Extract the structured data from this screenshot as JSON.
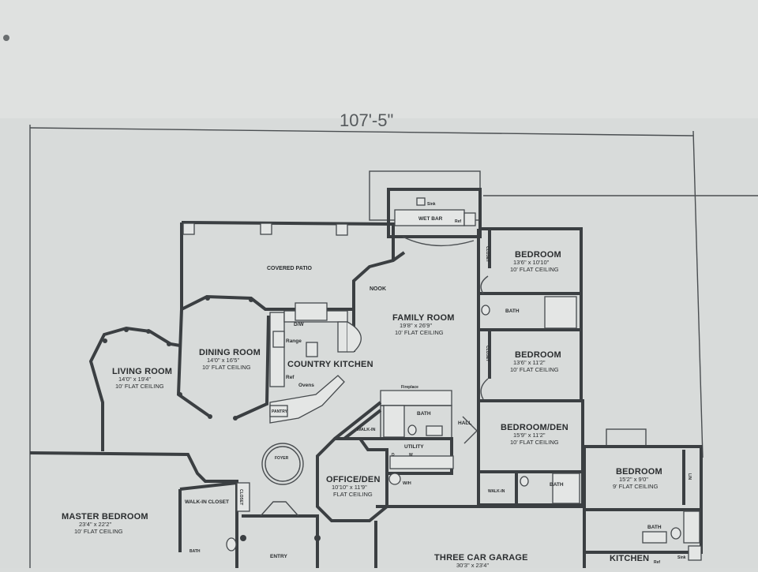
{
  "plan": {
    "overall_width": "107'-5\"",
    "rooms": {
      "covered_patio": {
        "name": "COVERED PATIO"
      },
      "nook": {
        "name": "NOOK"
      },
      "family_room": {
        "name": "FAMILY ROOM",
        "size": "19'8\" x 26'9\"",
        "ceiling": "10' FLAT CEILING"
      },
      "bedroom_1": {
        "name": "BEDROOM",
        "size": "13'6\" x 10'10\"",
        "ceiling": "10' FLAT CEILING"
      },
      "bedroom_2": {
        "name": "BEDROOM",
        "size": "13'6\" x 11'2\"",
        "ceiling": "10' FLAT CEILING"
      },
      "bedroom_den": {
        "name": "BEDROOM/DEN",
        "size": "15'9\" x 11'2\"",
        "ceiling": "10' FLAT CEILING"
      },
      "bedroom_3": {
        "name": "BEDROOM",
        "size": "15'2\" x 9'0\"",
        "ceiling": "9' FLAT CEILING"
      },
      "dining_room": {
        "name": "DINING ROOM",
        "size": "14'0\" x 16'5\"",
        "ceiling": "10' FLAT CEILING"
      },
      "living_room": {
        "name": "LIVING ROOM",
        "size": "14'0\" x 19'4\"",
        "ceiling": "10' FLAT CEILING"
      },
      "country_kitchen": {
        "name": "COUNTRY KITCHEN"
      },
      "office_den": {
        "name": "OFFICE/DEN",
        "size": "10'10\" x 11'9\"",
        "ceiling": "FLAT CEILING"
      },
      "master_bedroom": {
        "name": "MASTER BEDROOM",
        "size": "23'4\" x 22'2\"",
        "ceiling": "10' FLAT CEILING"
      },
      "three_car_garage": {
        "name": "THREE CAR GARAGE",
        "size": "30'3\" x 23'4\""
      },
      "kitchen": {
        "name": "KITCHEN"
      }
    },
    "labels": {
      "wet_bar": "WET BAR",
      "bath_1": "BATH",
      "bath_2": "BATH",
      "bath_3": "BATH",
      "bath_4": "BATH",
      "bath_5": "BATH",
      "closet_1": "CLOSET",
      "closet_2": "CLOSET",
      "closet_3": "CLOSET",
      "hall": "HALL",
      "walk_in": "WALK-IN",
      "walk_in_2": "WALK-IN",
      "walk_in_closet": "WALK-IN CLOSET",
      "utility": "UTILITY",
      "foyer": "FOYER",
      "entry": "ENTRY",
      "pantry": "PANTRY",
      "fireplace": "Fireplace",
      "dw": "D/W",
      "range": "Range",
      "ref": "Ref",
      "ovens": "Ovens",
      "wh": "W/H",
      "sink": "Sink",
      "ref_2": "Ref",
      "sink_2": "Sink",
      "ref_3": "Ref",
      "washer": "W",
      "dryer": "D",
      "lin": "LIN"
    }
  }
}
